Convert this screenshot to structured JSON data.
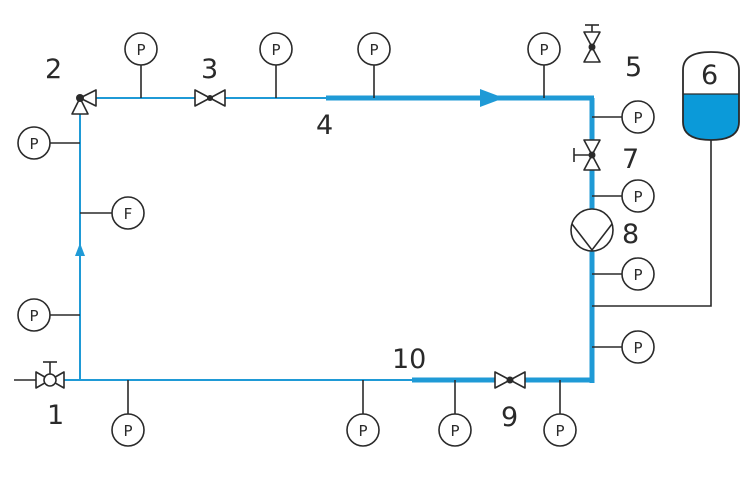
{
  "colors": {
    "pipe": "#1f9ad6",
    "line": "#2a2a2a",
    "water": "#0b9ad9"
  },
  "gauge_labels": {
    "pressure": "P",
    "flow": "F"
  },
  "components": [
    {
      "number": "1",
      "icon": "gate-valve-icon"
    },
    {
      "number": "2",
      "icon": "angle-valve-icon"
    },
    {
      "number": "3",
      "icon": "valve-icon"
    },
    {
      "number": "4",
      "icon": "flow-direction-arrow-icon"
    },
    {
      "number": "5",
      "icon": "valve-icon"
    },
    {
      "number": "6",
      "icon": "expansion-tank-icon"
    },
    {
      "number": "7",
      "icon": "valve-icon"
    },
    {
      "number": "8",
      "icon": "pump-icon"
    },
    {
      "number": "9",
      "icon": "valve-icon"
    },
    {
      "number": "10",
      "icon": "pipe-section-icon"
    }
  ]
}
